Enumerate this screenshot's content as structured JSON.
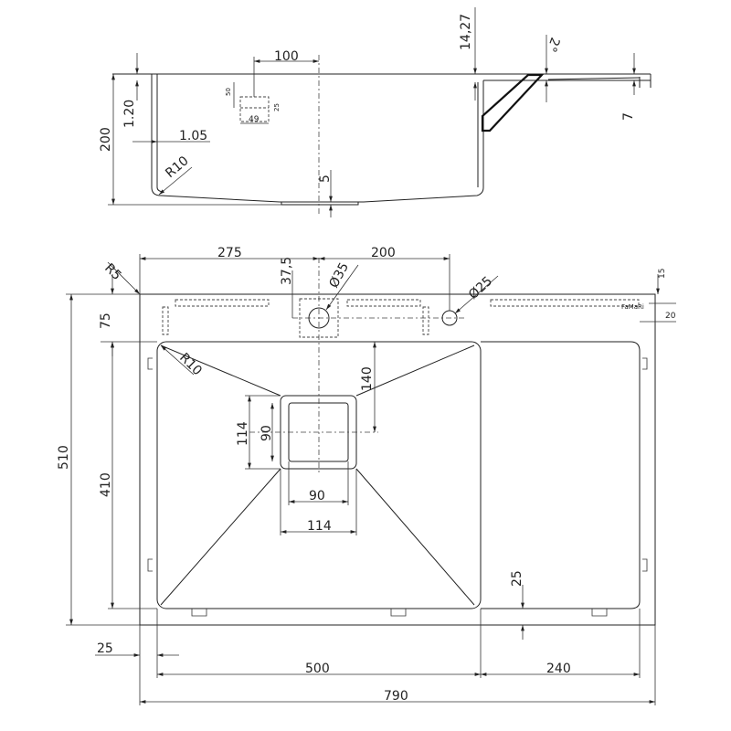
{
  "side_view": {
    "dim_100": "100",
    "dim_14_27": "14,27",
    "dim_2deg": "2°",
    "dim_50": "50",
    "dim_25": "25",
    "dim_49": "49",
    "dim_1_20": "1.20",
    "dim_200": "200",
    "dim_1_05": "1.05",
    "dim_r10": "R10",
    "dim_5": "5",
    "dim_7": "7"
  },
  "top_view": {
    "dim_275": "275",
    "dim_37_5": "37,5",
    "dim_d35": "Ø35",
    "dim_200": "200",
    "dim_d25": "Ø25",
    "dim_r5": "R5",
    "dim_15": "15",
    "dim_20": "20",
    "dim_75": "75",
    "dim_510": "510",
    "dim_410": "410",
    "dim_r10": "R10",
    "dim_140": "140",
    "dim_114_v": "114",
    "dim_90_v": "90",
    "dim_90_h": "90",
    "dim_114_h": "114",
    "dim_25_right": "25",
    "dim_25_left": "25",
    "dim_500": "500",
    "dim_240": "240",
    "dim_790": "790",
    "brand_mark": "FaMaRi"
  }
}
